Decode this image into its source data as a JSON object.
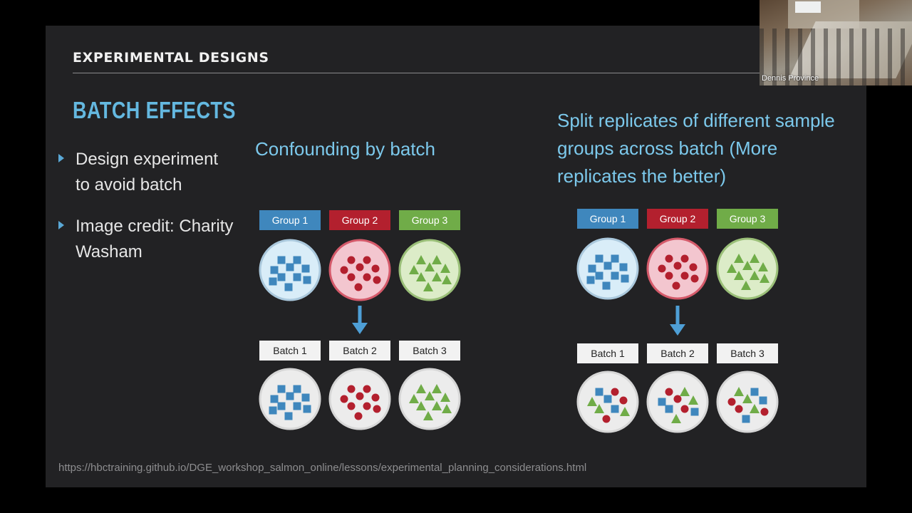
{
  "slide": {
    "section_title": "EXPERIMENTAL DESIGNS",
    "heading": "BATCH EFFECTS",
    "bullets": [
      {
        "text": "Design experiment to avoid batch"
      },
      {
        "text": "Image credit: Charity Washam"
      }
    ],
    "left_caption": "Confounding by batch",
    "right_caption": "Split replicates of different sample groups across batch (More replicates the better)",
    "url": "https://hbctraining.github.io/DGE_workshop_salmon_online/lessons/experimental_planning_considerations.html"
  },
  "diagram": {
    "groups": [
      "Group 1",
      "Group 2",
      "Group 3"
    ],
    "batches": [
      "Batch 1",
      "Batch 2",
      "Batch 3"
    ],
    "group_colors": [
      "#3f87bd",
      "#b3202e",
      "#70ac48"
    ],
    "shape_colors": [
      "#3f87bd",
      "#b3202e",
      "#70ac48"
    ],
    "fill_colors": [
      "#d9edf8",
      "#f3c6cf",
      "#dcecc8"
    ],
    "border_colors": [
      "#aac8dc",
      "#d45a6a",
      "#9abf78"
    ],
    "batch_circle_color": "#ececec",
    "arrow_color": "#4e9fd6"
  },
  "video_thumbnail": {
    "participant_name": "Dennis Province"
  }
}
